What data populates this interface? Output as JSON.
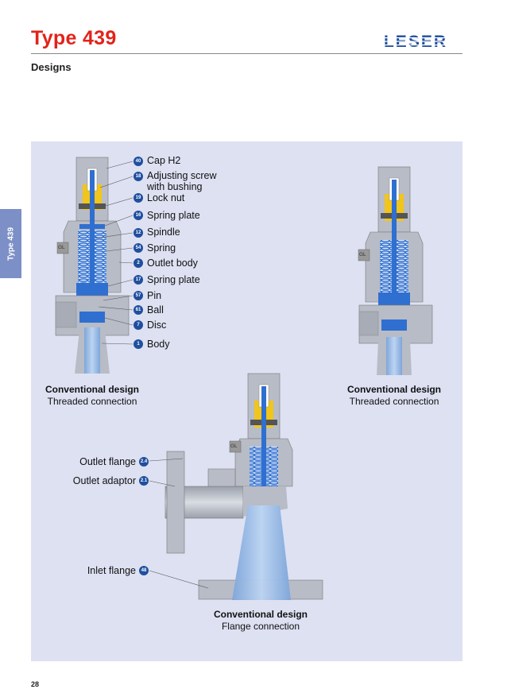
{
  "header": {
    "title": "Type 439",
    "logo_text": "LESER",
    "subtitle": "Designs"
  },
  "side_tab": {
    "label": "Type 439"
  },
  "parts": [
    {
      "num": "40",
      "label": "Cap H2"
    },
    {
      "num": "18",
      "label": "Adjusting screw"
    },
    {
      "num": "19",
      "label": "Lock nut"
    },
    {
      "num": "16",
      "label": "Spring plate"
    },
    {
      "num": "12",
      "label": "Spindle"
    },
    {
      "num": "54",
      "label": "Spring"
    },
    {
      "num": "2",
      "label": "Outlet body"
    },
    {
      "num": "17",
      "label": "Spring plate"
    },
    {
      "num": "57",
      "label": "Pin"
    },
    {
      "num": "61",
      "label": "Ball"
    },
    {
      "num": "7",
      "label": "Disc"
    },
    {
      "num": "1",
      "label": "Body"
    }
  ],
  "part_continuation": "with bushing",
  "flange_parts": [
    {
      "num": "2.4",
      "label": "Outlet flange"
    },
    {
      "num": "2.1",
      "label": "Outlet adaptor"
    },
    {
      "num": "48",
      "label": "Inlet flange"
    }
  ],
  "gl_marker": "GL",
  "captions": [
    {
      "title": "Conventional design",
      "sub": "Threaded connection"
    },
    {
      "title": "Conventional design",
      "sub": "Threaded connection"
    },
    {
      "title": "Conventional design",
      "sub": "Flange connection"
    }
  ],
  "page_number": "28",
  "colors": {
    "title_red": "#e2231a",
    "brand_blue": "#1f4f9e",
    "panel": "#dde1f2",
    "side_tab": "#7d8fc7",
    "spring_blue": "#2f6fd0",
    "yellow": "#f2c51a",
    "body_gray": "#b8bcc6"
  }
}
